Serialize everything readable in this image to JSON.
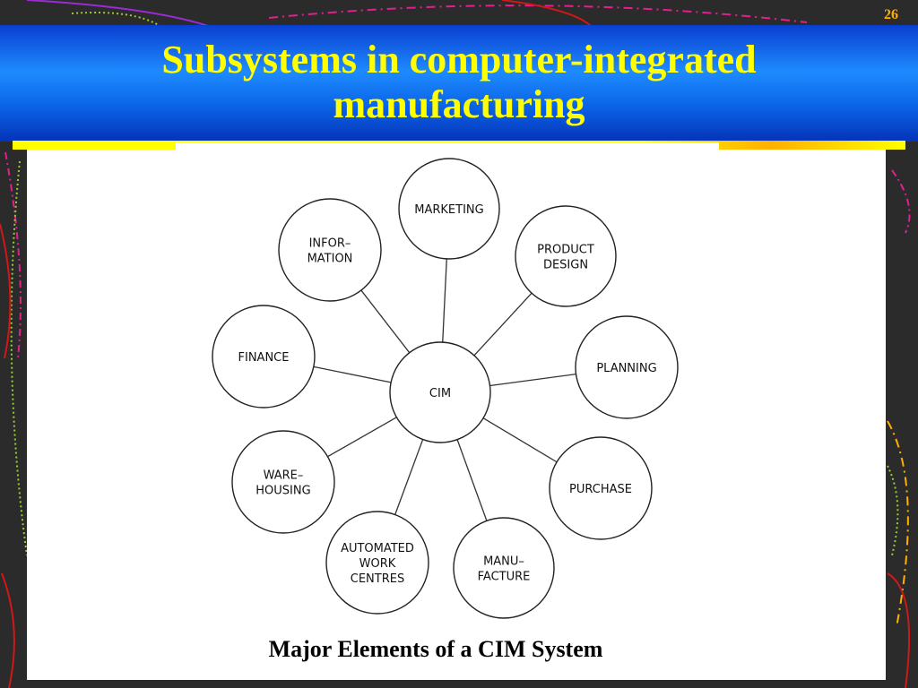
{
  "slide": {
    "number": "26"
  },
  "title": {
    "line1": "Subsystems in computer-integrated",
    "line2": "manufacturing"
  },
  "diagram": {
    "center": "CIM",
    "nodes": [
      {
        "id": "marketing",
        "lines": [
          "MARKETING"
        ]
      },
      {
        "id": "product-design",
        "lines": [
          "PRODUCT",
          "DESIGN"
        ]
      },
      {
        "id": "planning",
        "lines": [
          "PLANNING"
        ]
      },
      {
        "id": "purchase",
        "lines": [
          "PURCHASE"
        ]
      },
      {
        "id": "manufacture",
        "lines": [
          "MANU–",
          "FACTURE"
        ]
      },
      {
        "id": "automated-work-centres",
        "lines": [
          "AUTOMATED",
          "WORK",
          "CENTRES"
        ]
      },
      {
        "id": "warehousing",
        "lines": [
          "WARE–",
          "HOUSING"
        ]
      },
      {
        "id": "finance",
        "lines": [
          "FINANCE"
        ]
      },
      {
        "id": "information",
        "lines": [
          "INFOR–",
          "MATION"
        ]
      }
    ]
  },
  "caption": "Major Elements of a CIM System",
  "colors": {
    "title": "#ffff00",
    "slide_number": "#ffb000",
    "header_blue": "#1e8bff",
    "rule_yellow": "#ffff00"
  }
}
